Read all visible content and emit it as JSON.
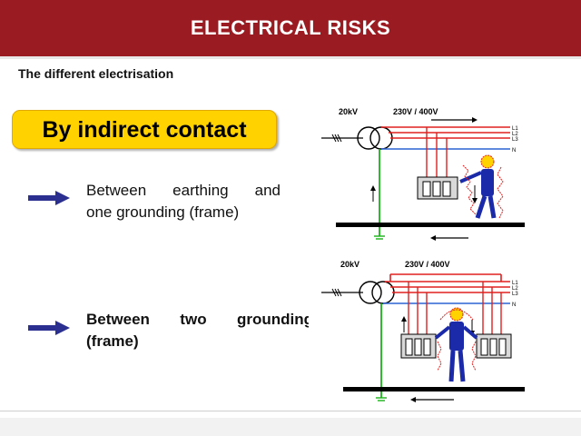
{
  "header": {
    "title": "ELECTRICAL RISKS"
  },
  "subtitle": "The different electrisation",
  "badge": {
    "label": "By indirect contact"
  },
  "bullets": [
    {
      "line1": "Between earthing and",
      "line2": "one grounding (frame)"
    },
    {
      "line1": "Between two grounding",
      "line2": "(frame)"
    }
  ],
  "diagram_top": {
    "hv_label": "20kV",
    "lv_label": "230V / 400V",
    "lines": [
      "L1",
      "L2",
      "L3",
      "N"
    ]
  },
  "diagram_bottom": {
    "hv_label": "20kV",
    "lv_label": "230V / 400V",
    "lines": [
      "L1",
      "L2",
      "L3",
      "N"
    ]
  },
  "colors": {
    "header": "#9a1c22",
    "badge": "#ffd200",
    "arrow": "#2b2f8f",
    "phase": "#e0201e",
    "neutral": "#2c63d4",
    "earth": "#19b319",
    "person": "#1a2aa8"
  },
  "icons": [
    "arrow-right-icon",
    "transformer-icon",
    "equipment-frame-icon",
    "person-icon"
  ]
}
